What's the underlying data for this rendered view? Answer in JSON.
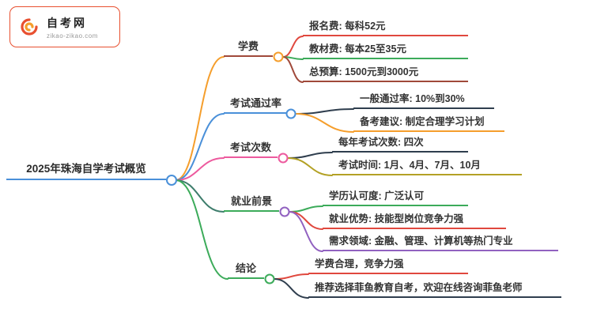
{
  "logo": {
    "title": "自考网",
    "url": "zikao-zikao.com"
  },
  "mindmap": {
    "root": "2025年珠海自学考试概览",
    "branches": [
      {
        "label": "学费",
        "children": [
          "报名费: 每科52元",
          "教材费: 每本25至35元",
          "总预算: 1500元到3000元"
        ]
      },
      {
        "label": "考试通过率",
        "children": [
          "一般通过率: 10%到30%",
          "备考建议: 制定合理学习计划"
        ]
      },
      {
        "label": "考试次数",
        "children": [
          "每年考试次数: 四次",
          "考试时间: 1月、4月、7月、10月"
        ]
      },
      {
        "label": "就业前景",
        "children": [
          "学历认可度: 广泛认可",
          "就业优势: 技能型岗位竞争力强",
          "需求领域: 金融、管理、计算机等热门专业"
        ]
      },
      {
        "label": "结论",
        "children": [
          "学费合理，竞争力强",
          "推荐选择菲鱼教育自考，欢迎在线咨询菲鱼老师"
        ]
      }
    ]
  },
  "colors": {
    "orange": "#f59e2c",
    "blue": "#4a90d9",
    "pink": "#ed5a9e",
    "teal": "#3e7d6c",
    "green": "#3cab5a",
    "red": "#e0483e",
    "maroon": "#a0493a",
    "dark_navy": "#2f3e4e",
    "olive": "#b3a125",
    "purple": "#9161c0",
    "logo_red": "#e85030"
  }
}
